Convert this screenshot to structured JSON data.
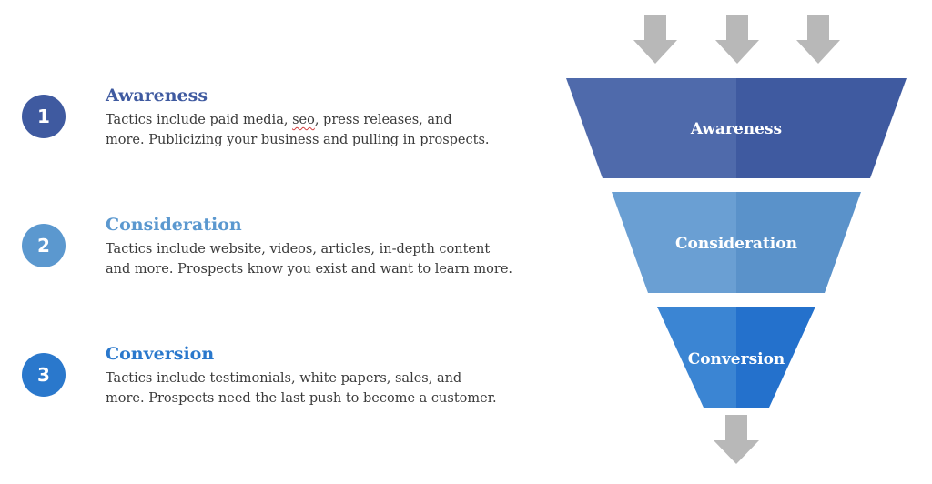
{
  "stages": [
    {
      "number": "1",
      "title": "Awareness",
      "desc_line1_pre": "Tactics include paid media, ",
      "desc_line1_word": "seo",
      "desc_line1_post": ", press releases, and",
      "desc_line2": "more. Publicizing your business and pulling in prospects.",
      "funnel_label": "Awareness"
    },
    {
      "number": "2",
      "title": "Consideration",
      "desc_line1": "Tactics include website, videos, articles, in-depth content",
      "desc_line2": "and more. Prospects know you exist and want to learn more.",
      "funnel_label": "Consideration"
    },
    {
      "number": "3",
      "title": "Conversion",
      "desc_line1": "Tactics include testimonials, white papers, sales, and",
      "desc_line2": "more. Prospects need the last push to become a customer.",
      "funnel_label": "Conversion"
    }
  ],
  "colors": {
    "awareness_light": "#4f6aab",
    "awareness_dark": "#3f5aa0",
    "consideration_light": "#6a9fd3",
    "consideration_dark": "#5a92ca",
    "conversion_light": "#3b85d3",
    "conversion_dark": "#2471cc",
    "arrow": "#b8b8b8",
    "body_text": "#3a3a3a"
  }
}
